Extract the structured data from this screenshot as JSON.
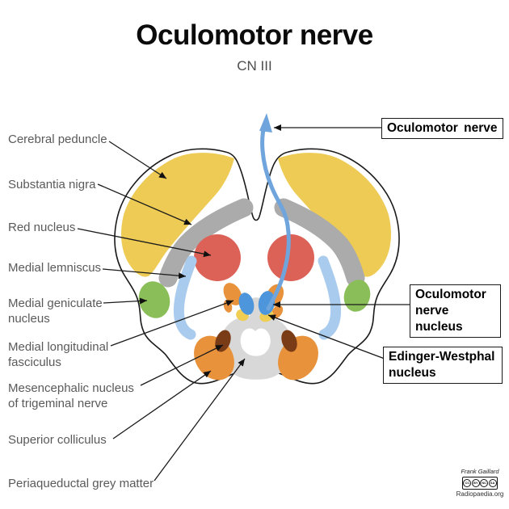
{
  "title": "Oculomotor nerve",
  "subtitle": "CN III",
  "left_labels": [
    {
      "text": "Cerebral peduncle"
    },
    {
      "text": "Substantia nigra"
    },
    {
      "text": "Red nucleus"
    },
    {
      "text": "Medial lemniscus"
    },
    {
      "text": "Medial geniculate nucleus"
    },
    {
      "text": "Medial longitudinal fasciculus"
    },
    {
      "text": "Mesencephalic nucleus of trigeminal nerve"
    },
    {
      "text": "Superior colliculus"
    },
    {
      "text": "Periaqueductal grey matter"
    }
  ],
  "callout_boxes": [
    {
      "text": "Oculomotor nerve"
    },
    {
      "text": "Oculomotor nerve nucleus"
    },
    {
      "text": "Edinger-Westphal nucleus"
    }
  ],
  "watermark": {
    "author": "Frank Gaillard",
    "license": "CC BY-NC-SA",
    "license_parts": [
      "cc",
      "by",
      "nc",
      "sa"
    ],
    "site": "Radiopaedia.org"
  },
  "colors": {
    "background": "#FFFFFF",
    "outline": "#1A1A1A",
    "label_text": "#5A5A5A",
    "cerebral_peduncle": "#EDCB55",
    "substantia_nigra": "#ABABAB",
    "red_nucleus": "#DC6258",
    "medial_lemniscus": "#A9CBEE",
    "medial_geniculate_nucleus": "#8ABE58",
    "medial_longitudinal_fasciculus": "#E8923B",
    "superior_colliculus": "#E8923B",
    "mesencephalic_nucleus": "#7A3B17",
    "oculomotor_nerve_nucleus": "#4E96DB",
    "edinger_westphal_nucleus": "#F0CE54",
    "periaqueductal_grey": "#D8D8D8",
    "cerebral_aqueduct": "#FFFFFF",
    "nerve_path": "#6FA5DC"
  },
  "structures": [
    {
      "name": "cerebral-peduncle",
      "color": "#EDCB55"
    },
    {
      "name": "substantia-nigra",
      "color": "#ABABAB"
    },
    {
      "name": "red-nucleus",
      "color": "#DC6258"
    },
    {
      "name": "medial-lemniscus",
      "color": "#A9CBEE"
    },
    {
      "name": "medial-geniculate-nucleus",
      "color": "#8ABE58"
    },
    {
      "name": "medial-longitudinal-fasciculus",
      "color": "#E8923B"
    },
    {
      "name": "superior-colliculus",
      "color": "#E8923B"
    },
    {
      "name": "mesencephalic-nucleus-of-trigeminal-nerve",
      "color": "#7A3B17"
    },
    {
      "name": "oculomotor-nerve-nucleus",
      "color": "#4E96DB"
    },
    {
      "name": "edinger-westphal-nucleus",
      "color": "#F0CE54"
    },
    {
      "name": "periaqueductal-grey-matter",
      "color": "#D8D8D8"
    },
    {
      "name": "oculomotor-nerve",
      "color": "#6FA5DC"
    }
  ]
}
